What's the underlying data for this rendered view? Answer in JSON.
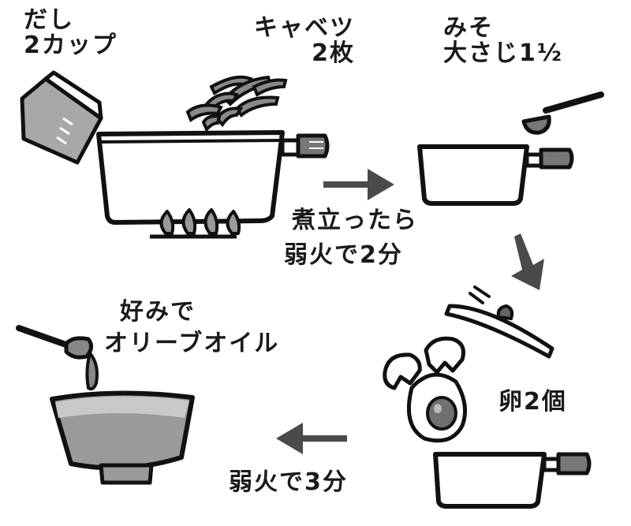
{
  "steps": [
    {
      "ingredient_name": "だし",
      "ingredient_amount": "2カップ"
    },
    {
      "ingredient_name": "キャベツ",
      "ingredient_amount": "2枚"
    },
    {
      "ingredient_name": "みそ",
      "ingredient_amount": "大さじ1½"
    },
    {
      "ingredient_name": "卵2個"
    },
    {
      "ingredient_name": "好みで",
      "ingredient_amount": "オリーブオイル"
    }
  ],
  "instructions": [
    {
      "line1": "煮立ったら",
      "line2": "弱火で2分"
    },
    {
      "text": "弱火で3分"
    }
  ],
  "colors": {
    "outline": "#111111",
    "pot_body": "#ffffff",
    "arrow": "#4a4a4a",
    "gray_fill": "#9a9a9a",
    "egg_yolk": "#707070"
  }
}
